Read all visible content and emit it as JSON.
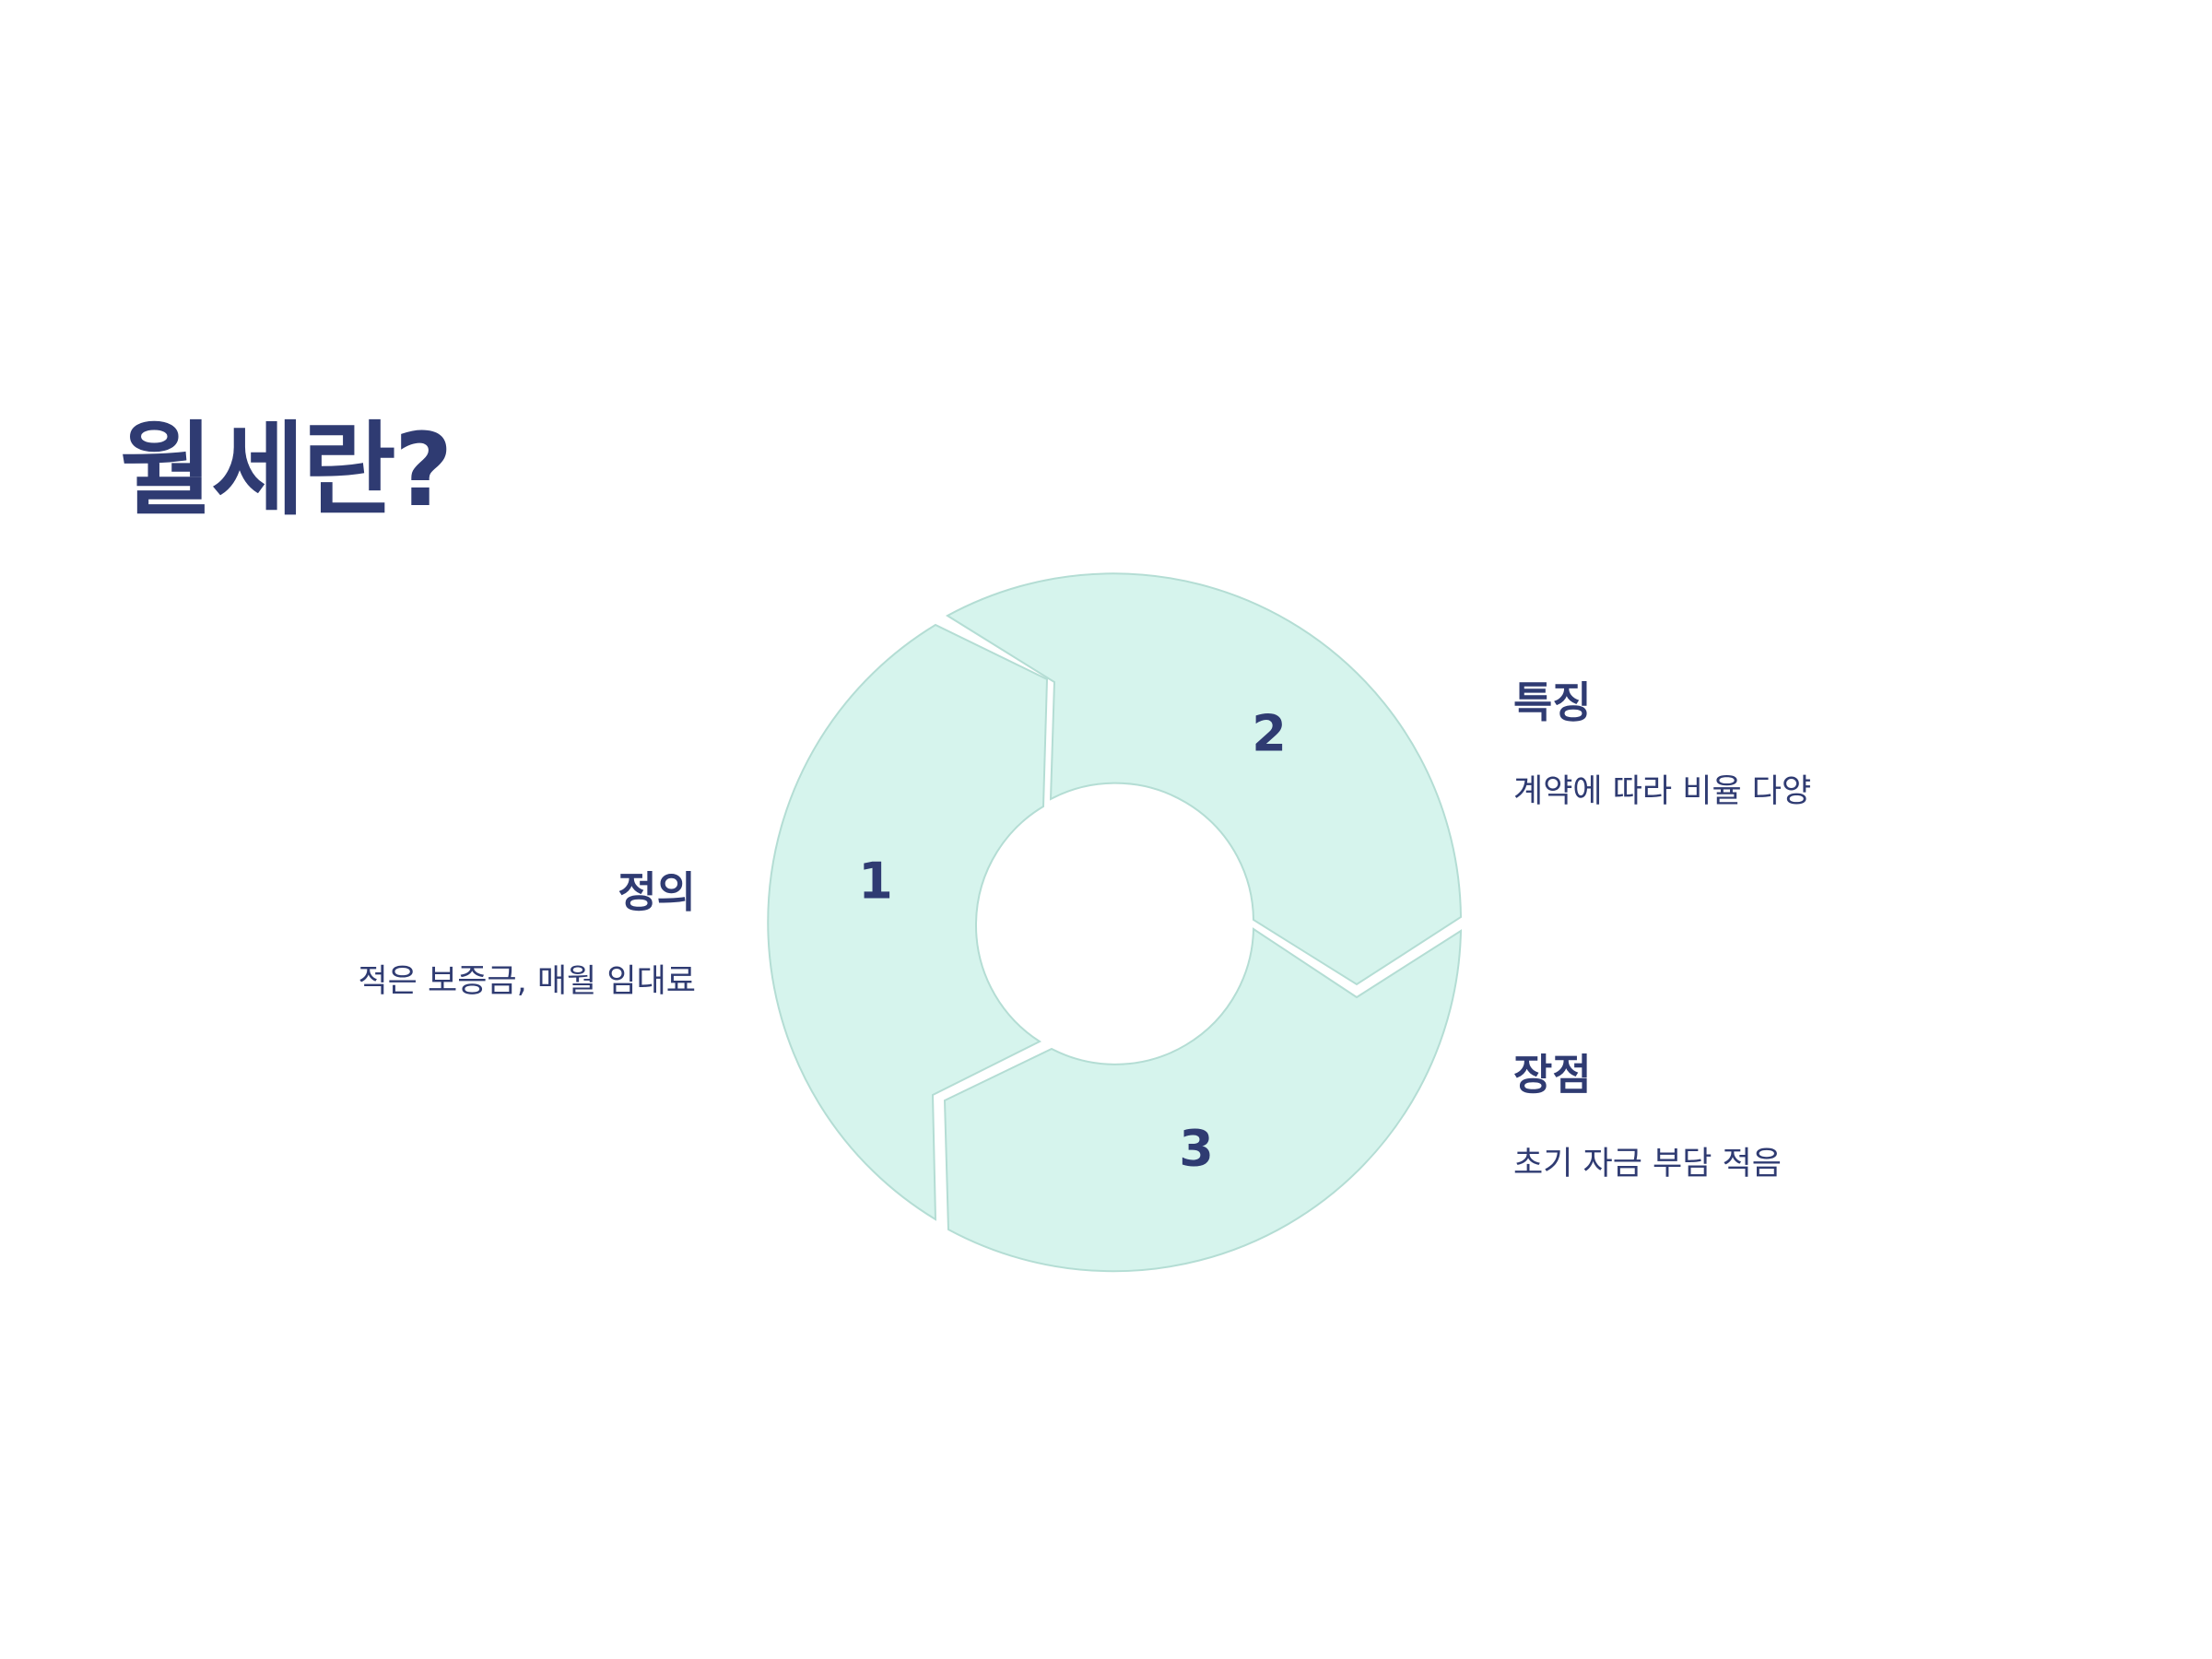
{
  "page": {
    "title": "월세란?"
  },
  "cycle": {
    "steps": [
      {
        "number": "1",
        "heading": "정의",
        "text": "적은 보증금, 매월 임대료"
      },
      {
        "number": "2",
        "heading": "특징",
        "text": "계약에 따라 비율 다양"
      },
      {
        "number": "3",
        "heading": "장점",
        "text": "초기 자금 부담 적음"
      }
    ]
  },
  "colors": {
    "segment_fill": "#d6f4ed",
    "segment_stroke": "#b4ddd4",
    "text": "#2f3b72"
  }
}
